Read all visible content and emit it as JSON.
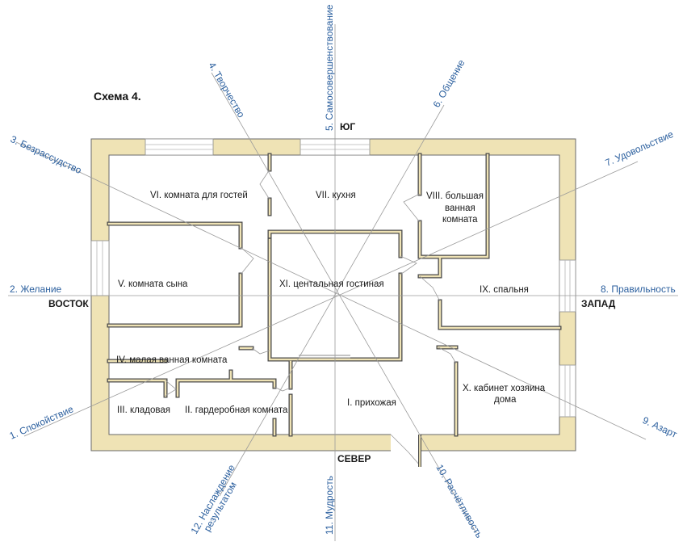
{
  "title": "Схема 4.",
  "sides": {
    "south": "ЮГ",
    "north": "СЕВЕР",
    "east": "ВОСТОК",
    "west": "ЗАПАД"
  },
  "directions": {
    "d1": "1. Спокойствие",
    "d2": "2. Желание",
    "d3": "3. Безрассудство",
    "d4": "4. Творчество",
    "d5": "5. Самосовершенствование",
    "d6": "6. Общение",
    "d7": "7. Удовольствие",
    "d8": "8. Правильность",
    "d9": "9. Азарт",
    "d10": "10. Расчётливость",
    "d11": "11. Мудрость",
    "d12_line1": "12. Наслаждение",
    "d12_line2": "результатом"
  },
  "rooms": {
    "r1": "I. прихожая",
    "r2": "II. гардеробная комната",
    "r3": "III. кладовая",
    "r4": "IV. малая ванная комната",
    "r5": "V. комната сына",
    "r6": "VI. комната для гостей",
    "r7": "VII. кухня",
    "r8_line1": "VIII. большая",
    "r8_line2": "ванная",
    "r8_line3": "комната",
    "r9": "IX. спальня",
    "r10_line1": "X. кабинет хозяина",
    "r10_line2": "дома",
    "r11": "XI. центальная гостиная"
  }
}
